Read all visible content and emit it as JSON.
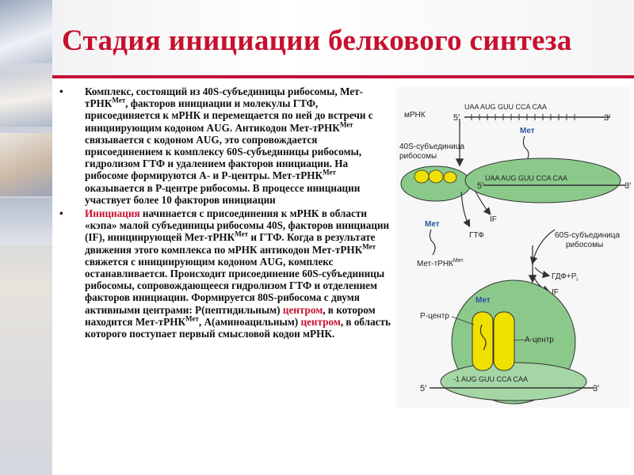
{
  "title": "Стадия инициации белкового синтеза",
  "paragraph1": "Комплекс, состоящий из 40S-субъединицы рибосомы, Мет-тРНК",
  "paragraph1_sup1": "Мет",
  "paragraph1_b": ", факторов инициации и молекулы ГТФ, присоединяется к мРНК и перемещается по ней до встречи с инициирующим кодоном AUG. Антикодон Мет-тРНК",
  "paragraph1_sup2": "Мет",
  "paragraph1_c": " связывается с кодоном AUG, это сопровождается присоединением к комплексу 60S-субъединицы рибосомы, гидролизом ГТФ и удалением факторов инициации. На рибосоме формируются А- и Р-центры. Мет-тРНК",
  "paragraph1_sup3": "Мет",
  "paragraph1_d": " оказывается в Р-центре рибосомы. В процессе инициации участвует более 10 факторов инициации",
  "paragraph2_red": "Инициация",
  "paragraph2_a": " начинается с присоединения к мРНК в области «кэпа» малой субъединицы рибосомы 40S, факторов инициации (IF), инициирующей Мет-тРНК",
  "paragraph2_sup1": "Мет",
  "paragraph2_b": " и ГТФ.  Когда в результате движения этого комплекса по мРНК антикодон Мет-тРНК",
  "paragraph2_sup2": "Мет",
  "paragraph2_c": " свяжется с инициирующим кодоном AUG, комплекс останавливается. Происходит присоединение 60S-субъединицы рибосомы, сопровождающееся гидролизом ГТФ и отделением факторов инициации. Формируется 80S-рибосома с двумя активными центрами: Р(пептидильным) ",
  "paragraph2_red2": "центром",
  "paragraph2_d": ", в котором находится Мет-тРНК",
  "paragraph2_sup3": "Мет",
  "paragraph2_e": ", А(аминоацильным) ",
  "paragraph2_red3": "центром",
  "paragraph2_f": ", в область которого поступает первый смысловой кодон мРНК.",
  "figure": {
    "mrna_label": "мРНК",
    "five_prime": "5′",
    "three_prime": "3′",
    "codons": "UAA  AUG  GUU  CCA  CAA",
    "codons_bottom": "UAA  AUG  GUU  CCA  CAA",
    "codons_ribosome": "-1    AUG  GUU  CCA  CAA",
    "small_subunit_label": "40S-субъединица рибосомы",
    "met1": "Мет",
    "met2": "Мет",
    "met3": "Мет",
    "if_label": "IF",
    "gtp_label": "ГТФ",
    "met_trna_label": "Мет-тРНК",
    "met_trna_sup": "Мет",
    "large_subunit_label": "60S-субъединица рибосомы",
    "gdp_label": "ГДФ+Р",
    "gdp_sub": "i",
    "if_label2": "IF",
    "p_site": "Р-центр",
    "a_site": "А-центр"
  }
}
